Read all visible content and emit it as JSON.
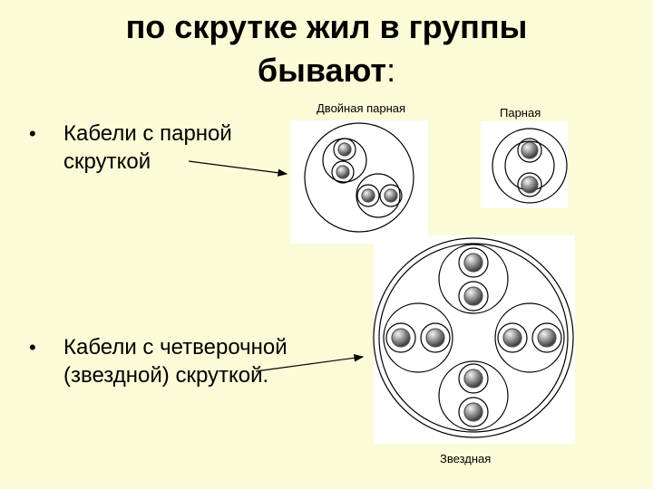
{
  "title": {
    "line1": "по скрутке жил в группы",
    "line2": "бывают",
    "line2_colon": ":"
  },
  "bullets": [
    {
      "marker": "•",
      "text": "Кабели с парной скруткой"
    },
    {
      "marker": "•",
      "text": "Кабели с четверочной (звездной) скруткой."
    }
  ],
  "diagrams": {
    "double_pair_label": "Двойная парная",
    "pair_label": "Парная",
    "star_label": "Звездная"
  },
  "colors": {
    "background": "#fbfbd7",
    "panel": "#ffffff",
    "stroke": "#000000"
  }
}
